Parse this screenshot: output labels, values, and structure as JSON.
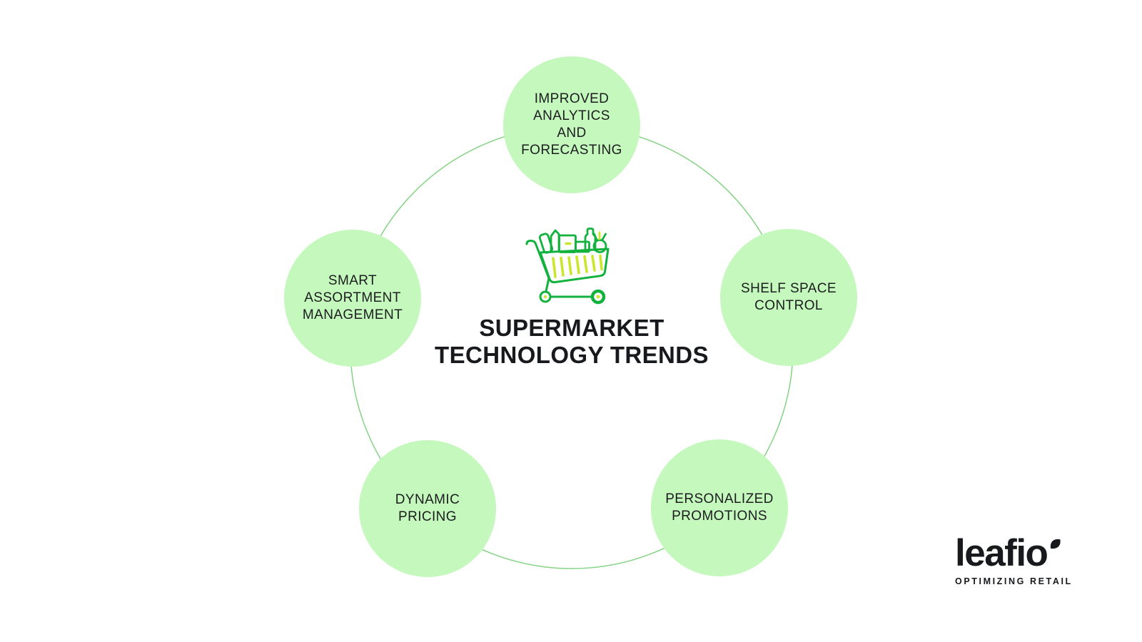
{
  "diagram": {
    "title": "SUPERMARKET\nTECHNOLOGY TRENDS",
    "center_icon": "shopping-cart-icon",
    "bubbles": [
      {
        "id": "improved-analytics-forecasting",
        "label": "IMPROVED\nANALYTICS\nAND\nFORECASTING",
        "position": "top"
      },
      {
        "id": "shelf-space-control",
        "label": "SHELF SPACE\nCONTROL",
        "position": "right"
      },
      {
        "id": "personalized-promotions",
        "label": "PERSONALIZED\nPROMOTIONS",
        "position": "bottom-right"
      },
      {
        "id": "dynamic-pricing",
        "label": "DYNAMIC\nPRICING",
        "position": "bottom-left"
      },
      {
        "id": "smart-assortment-management",
        "label": "SMART\nASSORTMENT\nMANAGEMENT",
        "position": "left"
      }
    ]
  },
  "logo": {
    "wordmark": "leafio",
    "tagline": "OPTIMIZING RETAIL"
  },
  "colors": {
    "bubble_fill": "#c5f8bd",
    "ring_stroke": "#84d384",
    "icon_green": "#13b23e",
    "icon_yellow": "#cbe62d",
    "text_dark": "#17191c",
    "background": "#ffffff"
  }
}
